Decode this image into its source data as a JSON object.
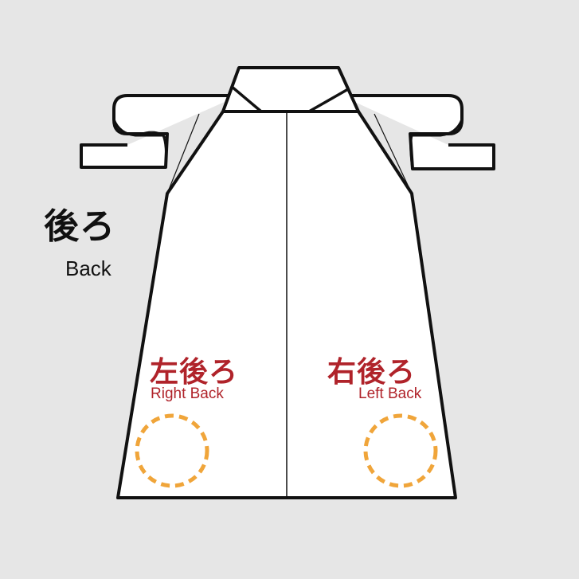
{
  "colors": {
    "background": "#e6e6e6",
    "outline": "#111111",
    "fill": "#ffffff",
    "accent_red": "#b0232a",
    "marker_orange": "#f0a53a"
  },
  "heading": {
    "jp": "後ろ",
    "en": "Back"
  },
  "panels": {
    "left": {
      "jp": "左後ろ",
      "en": "Right Back"
    },
    "right": {
      "jp": "右後ろ",
      "en": "Left Back"
    }
  },
  "markers": [
    "dashed-circle-marker",
    "dashed-circle-marker"
  ]
}
